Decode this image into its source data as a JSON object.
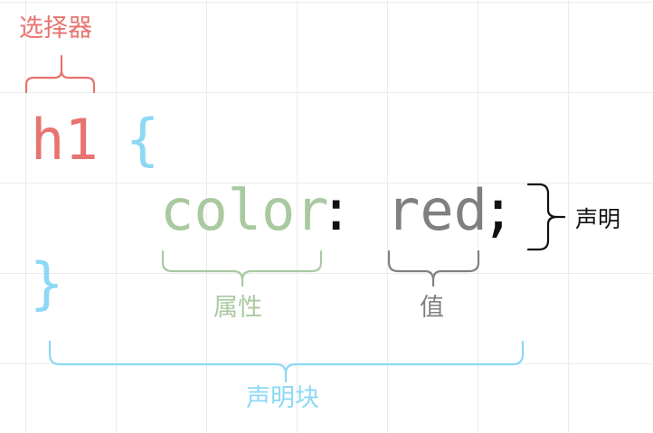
{
  "code": {
    "selector": "h1",
    "open_brace": "{",
    "property": "color",
    "colon": ":",
    "value": "red",
    "semicolon": ";",
    "close_brace": "}"
  },
  "labels": {
    "selector": "选择器",
    "property": "属性",
    "value": "值",
    "declaration": "声明",
    "declaration_block": "声明块"
  },
  "colors": {
    "selector": "#e8736f",
    "braces": "#8dd8f5",
    "property": "#a9c9a0",
    "value": "#808080",
    "punctuation": "#111111",
    "declaration": "#111111",
    "grid": "#ececec",
    "background": "#ffffff"
  }
}
